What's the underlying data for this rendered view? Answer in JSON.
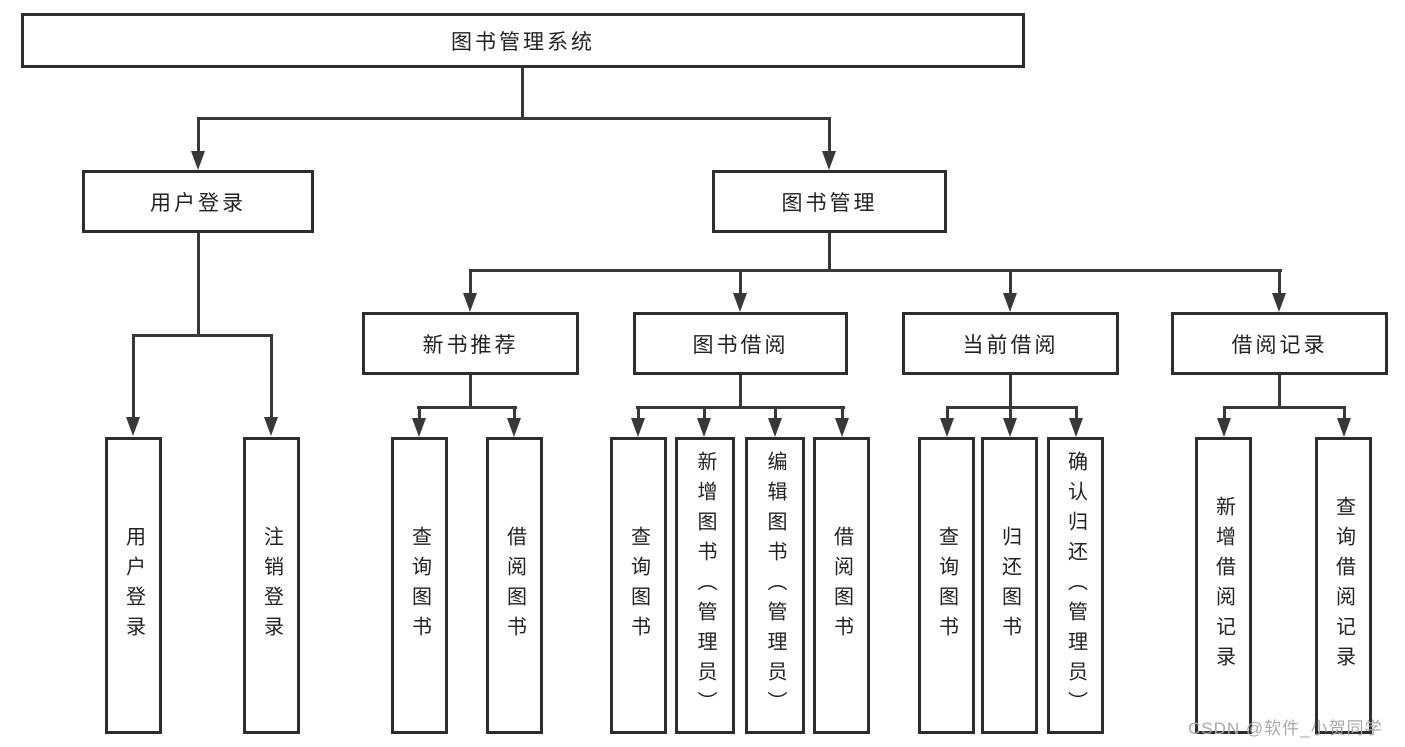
{
  "diagram": {
    "root": {
      "label": "图书管理系统"
    },
    "level2": [
      {
        "id": "user-login",
        "label": "用户登录"
      },
      {
        "id": "book-management",
        "label": "图书管理"
      }
    ],
    "level3": [
      {
        "id": "new-book-recommend",
        "label": "新书推荐"
      },
      {
        "id": "book-borrow",
        "label": "图书借阅"
      },
      {
        "id": "current-borrow",
        "label": "当前借阅"
      },
      {
        "id": "borrow-records",
        "label": "借阅记录"
      }
    ],
    "leaves": {
      "user_login": [
        {
          "label": "用户登录"
        },
        {
          "label": "注销登录"
        }
      ],
      "new_book": [
        {
          "label": "查询图书"
        },
        {
          "label": "借阅图书"
        }
      ],
      "borrow": [
        {
          "label": "查询图书"
        },
        {
          "label": "新增图书（管理员）"
        },
        {
          "label": "编辑图书（管理员）"
        },
        {
          "label": "借阅图书"
        }
      ],
      "current": [
        {
          "label": "查询图书"
        },
        {
          "label": "归还图书"
        },
        {
          "label": "确认归还（管理员）"
        }
      ],
      "records": [
        {
          "label": "新增借阅记录"
        },
        {
          "label": "查询借阅记录"
        }
      ]
    },
    "colors": {
      "border": "#2d2d2d",
      "line": "#383838",
      "text": "#222222",
      "background": "#ffffff",
      "watermark": "#a9a9a9"
    }
  },
  "watermark": {
    "text": "CSDN @软件_小贺同学"
  }
}
